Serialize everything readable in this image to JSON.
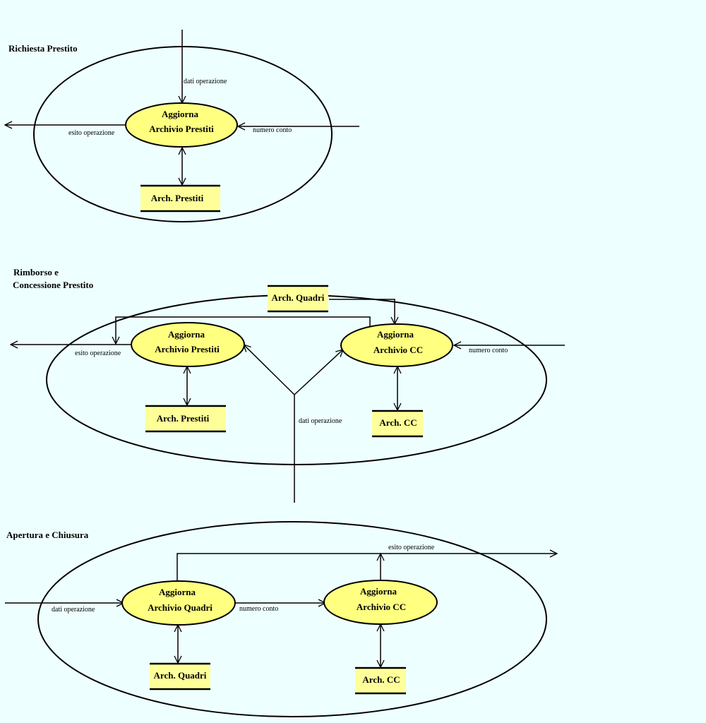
{
  "sections": {
    "prestito": {
      "title": "Richiesta Prestito"
    },
    "rimborso": {
      "title_line1": "Rimborso  e",
      "title_line2": "Concessione Prestito"
    },
    "apertura": {
      "title": "Apertura e Chiusura"
    }
  },
  "nodes": {
    "s1_prestiti": {
      "line1": "Aggiorna",
      "line2": "Archivio Prestiti"
    },
    "s2_prestiti": {
      "line1": "Aggiorna",
      "line2": "Archivio Prestiti"
    },
    "s2_cc": {
      "line1": "Aggiorna",
      "line2": "Archivio CC"
    },
    "s3_quadri": {
      "line1": "Aggiorna",
      "line2": "Archivio  Quadri"
    },
    "s3_cc": {
      "line1": "Aggiorna",
      "line2": "Archivio CC"
    }
  },
  "stores": {
    "s1_prestiti": "Arch.  Prestiti",
    "s2_quadri": "Arch. Quadri",
    "s2_prestiti": "Arch.  Prestiti",
    "s2_cc": "Arch.  CC",
    "s3_quadri": "Arch. Quadri",
    "s3_cc": "Arch.  CC"
  },
  "flows": {
    "s1_dati": "dati operazione",
    "s1_esito": "esito operazione",
    "s1_conto": "numero conto",
    "s2_esito": "esito operazione",
    "s2_conto": "numero conto",
    "s2_dati": "dati operazione",
    "s3_esito": "esito operazione",
    "s3_dati": "dati operazione",
    "s3_conto": "numero conto"
  },
  "colors": {
    "background": "#eeffff",
    "process_fill": "#ffff80",
    "store_fill": "#ffff99",
    "stroke": "#000000"
  }
}
